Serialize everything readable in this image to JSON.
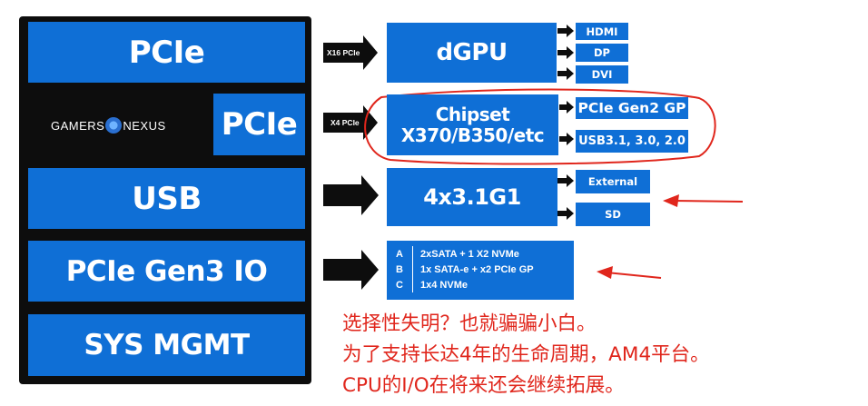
{
  "left_panel": {
    "pcie_top": "PCIe",
    "logo": {
      "left": "GAMERS",
      "right": "NEXUS"
    },
    "pcie_mid": "PCIe",
    "usb": "USB",
    "gen3": "PCIe Gen3 IO",
    "sysmgmt": "SYS MGMT"
  },
  "arrows": {
    "x16": "X16 PCIe",
    "x4": "X4 PCIe"
  },
  "dgpu": {
    "label": "dGPU",
    "outputs": [
      "HDMI",
      "DP",
      "DVI"
    ]
  },
  "chipset": {
    "line1": "Chipset",
    "line2": "X370/B350/etc",
    "outputs": [
      "PCIe Gen2 GP",
      "USB3.1, 3.0, 2.0"
    ]
  },
  "usb_ctrl": {
    "label": "4x3.1G1",
    "outputs": [
      "External",
      "SD"
    ]
  },
  "lanes": [
    {
      "key": "A",
      "value": "2xSATA + 1 X2 NVMe"
    },
    {
      "key": "B",
      "value": "1x SATA-e + x2 PCIe GP"
    },
    {
      "key": "C",
      "value": "1x4 NVMe"
    }
  ],
  "notes": [
    "选择性失明？也就骗骗小白。",
    "为了支持长达4年的生命周期，AM4平台。",
    "CPU的I/O在将来还会继续拓展。"
  ],
  "colors": {
    "block": "#0f6fd6",
    "panel": "#0d0d0d",
    "annotation": "#e0261c"
  }
}
